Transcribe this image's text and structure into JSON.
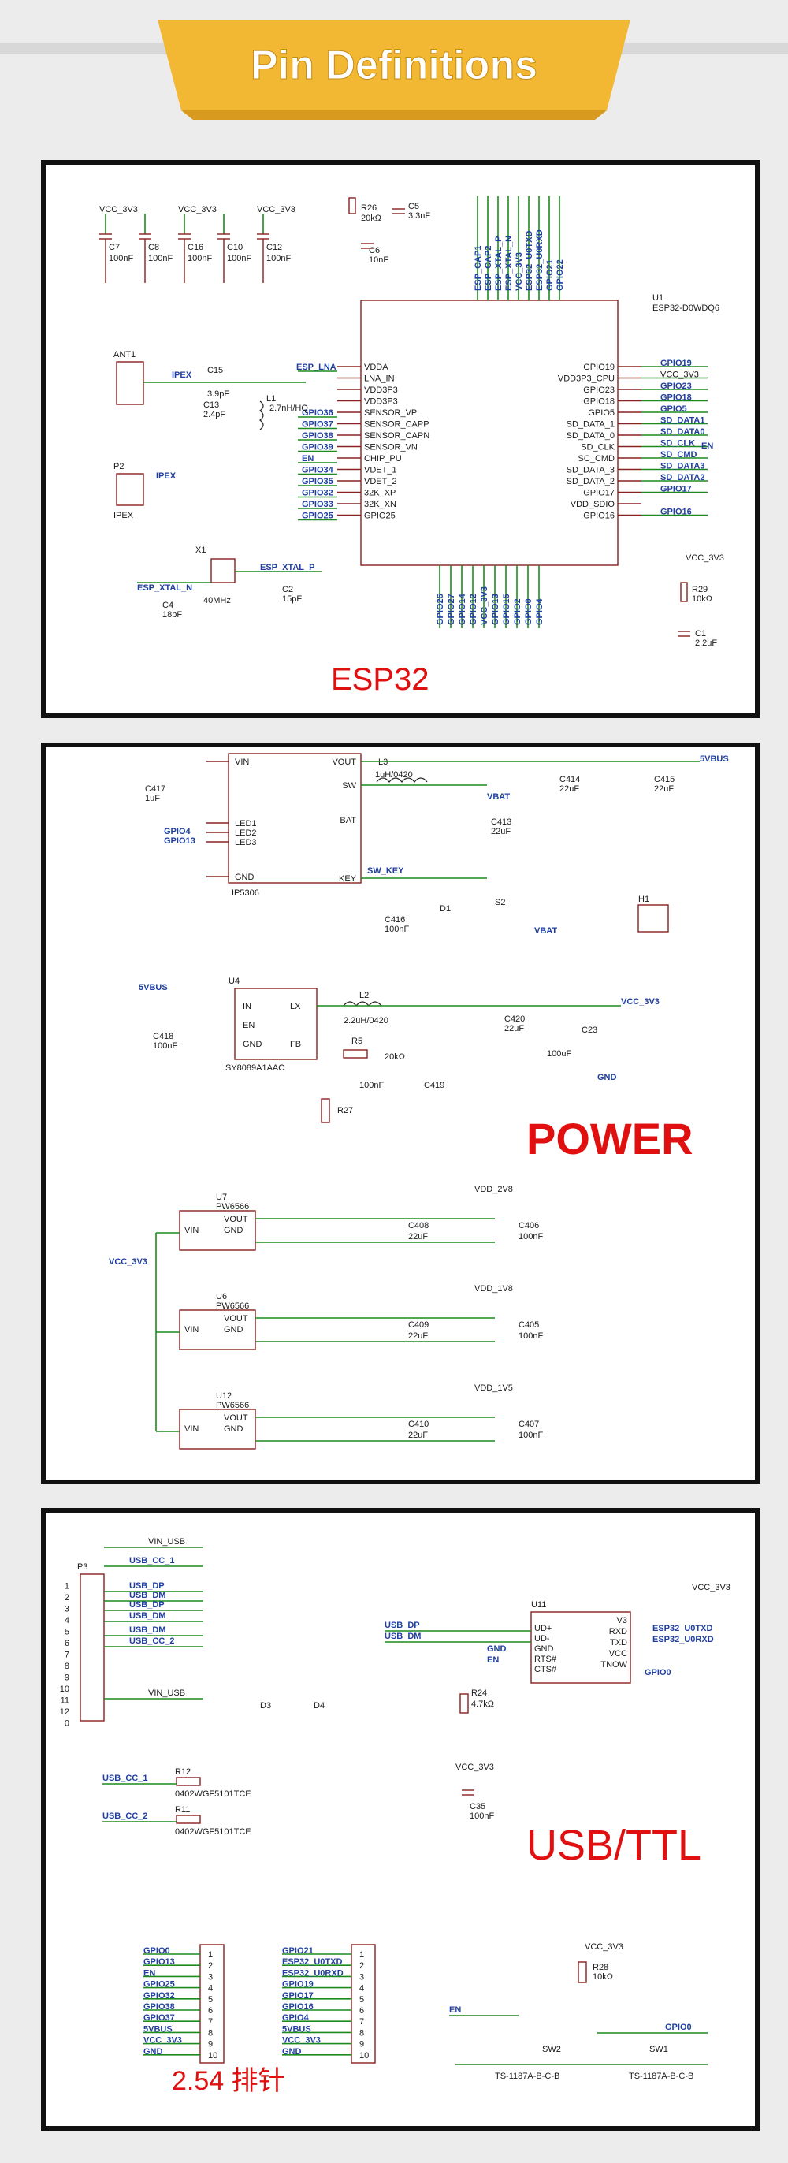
{
  "title": "Pin Definitions",
  "colors": {
    "banner": "#f2b733",
    "section": "#e01010",
    "wire": "#1c8a1c",
    "netlabel": "#1f3fa0"
  },
  "esp32": {
    "section": "ESP32",
    "chip_ref": "U1",
    "chip_part": "ESP32-D0WDQ6",
    "left_pins": [
      "VDDA",
      "LNA_IN",
      "VDD3P3",
      "VDD3P3",
      "SENSOR_VP",
      "SENSOR_CAPP",
      "SENSOR_CAPN",
      "SENSOR_VN",
      "CHIP_PU",
      "VDET_1",
      "VDET_2",
      "32K_XP",
      "32K_XN",
      "GPIO25"
    ],
    "right_pins": [
      "GPIO19",
      "VDD3P3_CPU",
      "GPIO23",
      "GPIO18",
      "GPIO5",
      "SD_DATA_1",
      "SD_DATA_0",
      "SD_CLK",
      "SC_CMD",
      "SD_DATA_3",
      "SD_DATA_2",
      "GPIO17",
      "VDD_SDIO",
      "GPIO16"
    ],
    "right_nets": [
      "GPIO19",
      "VCC_3V3",
      "GPIO23",
      "GPIO18",
      "GPIO5",
      "SD_DATA1",
      "SD_DATA0",
      "SD_CLK",
      "SD_CMD",
      "SD_DATA3",
      "SD_DATA2",
      "GPIO17",
      "",
      "GPIO16"
    ],
    "left_nets": [
      "ESP_LNA",
      "GPIO36",
      "GPIO37",
      "GPIO38",
      "GPIO39",
      "EN",
      "GPIO34",
      "GPIO35",
      "GPIO32",
      "GPIO33",
      "GPIO25"
    ],
    "top_nets": [
      "ESP_CAP1",
      "ESP_CAP2",
      "ESP_XTAL_P",
      "ESP_XTAL_N",
      "VCC_3V3",
      "ESP32_U0TXD",
      "ESP32_U0RXD",
      "GPIO21",
      "GPIO22"
    ],
    "bottom_nets": [
      "GPIO26",
      "GPIO27",
      "GPIO14",
      "GPIO12",
      "VCC_3V3",
      "GPIO13",
      "GPIO15",
      "GPIO2",
      "GPIO0",
      "GPIO4"
    ],
    "caps": [
      "C7",
      "C8",
      "C16",
      "C10",
      "C12"
    ],
    "cap_val": "100nF",
    "vcc": "VCC_3V3",
    "r26": "R26",
    "r26_val": "20kΩ",
    "c5": "C5",
    "c5_val": "3.3nF",
    "c6": "C6",
    "c6_val": "10nF",
    "ant": "ANT1",
    "ipex": "IPEX",
    "p2": "P2",
    "c15": "C15",
    "c15_val": "3.9pF",
    "c13": "C13",
    "c13_val": "2.4pF",
    "l1": "L1",
    "l1_val": "2.7nH/HQ",
    "x1": "X1",
    "x1_val": "40MHz",
    "esp_xtal_n": "ESP_XTAL_N",
    "esp_xtal_p": "ESP_XTAL_P",
    "c4": "C4",
    "c4_val": "18pF",
    "c2": "C2",
    "c2_val": "15pF",
    "r29": "R29",
    "r29_val": "10kΩ",
    "c1": "C1",
    "c1_val": "2.2uF",
    "en": "EN"
  },
  "power": {
    "section": "POWER",
    "ip5306": {
      "ref": "IP5306",
      "pins_left": [
        "VIN",
        "LED1",
        "LED2",
        "LED3",
        "GND"
      ],
      "pins_right": [
        "VOUT",
        "SW",
        "BAT",
        "KEY"
      ],
      "nets": [
        "GPIO4",
        "GPIO13"
      ]
    },
    "c417": "C417",
    "c417_val": "1uF",
    "l3": "L3",
    "l3_val": "1uH/0420",
    "vbat": "VBAT",
    "c413": "C413",
    "c413_val": "22uF",
    "c414": "C414",
    "c414_val": "22uF",
    "c415": "C415",
    "c415_val": "22uF",
    "vbus": "5VBUS",
    "sw_key": "SW_KEY",
    "c416": "C416",
    "c416_val": "100nF",
    "d1": "D1",
    "s2": "S2",
    "h1": "H1",
    "u4": {
      "ref": "U4",
      "part": "SY8089A1AAC",
      "pins": [
        "IN",
        "EN",
        "GND",
        "LX",
        "FB"
      ]
    },
    "c418": "C418",
    "c418_val": "100nF",
    "l2": "L2",
    "l2_val": "2.2uH/0420",
    "vcc": "VCC_3V3",
    "r5": "R5",
    "r5_val": "20kΩ",
    "r27": "R27",
    "c419": "C419",
    "c419_val": "100nF",
    "c420": "C420",
    "c420_val": "22uF",
    "c23": "C23",
    "c23_val": "100uF",
    "gnd": "GND",
    "ldos": [
      {
        "ref": "U7",
        "part": "PW6566",
        "rail": "VDD_2V8",
        "c1": "C408",
        "c1v": "22uF",
        "c2": "C406",
        "c2v": "100nF"
      },
      {
        "ref": "U6",
        "part": "PW6566",
        "rail": "VDD_1V8",
        "c1": "C409",
        "c1v": "22uF",
        "c2": "C405",
        "c2v": "100nF"
      },
      {
        "ref": "U12",
        "part": "PW6566",
        "rail": "VDD_1V5",
        "c1": "C410",
        "c1v": "22uF",
        "c2": "C407",
        "c2v": "100nF"
      }
    ],
    "ldo_pins": [
      "VIN",
      "VOUT",
      "GND"
    ]
  },
  "usb": {
    "section": "USB/TTL",
    "p3": "P3",
    "p3_nets": [
      "VIN_USB",
      "USB_CC_1",
      "USB_DP",
      "USB_DM",
      "USB_DP",
      "USB_DM",
      "USB_DM",
      "USB_CC_2",
      "VIN_USB"
    ],
    "d3": "D3",
    "d4": "D4",
    "r12": "R12",
    "r11": "R11",
    "r_val": "0402WGF5101TCE",
    "cc1": "USB_CC_1",
    "cc2": "USB_CC_2",
    "c35": "C35",
    "c35_val": "100nF",
    "vcc": "VCC_3V3",
    "u11": {
      "ref": "U11",
      "left": [
        "UD+",
        "UD-",
        "GND",
        "RTS#",
        "CTS#"
      ],
      "right": [
        "V3",
        "RXD",
        "TXD",
        "VCC",
        "TNOW"
      ]
    },
    "u11_nets_left": [
      "USB_DP",
      "USB_DM",
      "GND",
      "EN"
    ],
    "u11_nets_right": [
      "ESP32_U0TXD",
      "ESP32_U0RXD",
      "GPIO0"
    ],
    "r24": "R24",
    "r24_val": "4.7kΩ",
    "header_label": "2.54 排针",
    "header_left": [
      "GPIO0",
      "GPIO13",
      "EN",
      "GPIO25",
      "GPIO32",
      "GPIO38",
      "GPIO37",
      "5VBUS",
      "VCC_3V3",
      "GND"
    ],
    "header_right": [
      "GPIO21",
      "ESP32_U0TXD",
      "ESP32_U0RXD",
      "GPIO19",
      "GPIO17",
      "GPIO16",
      "GPIO4",
      "5VBUS",
      "VCC_3V3",
      "GND"
    ],
    "r28": "R28",
    "r28_val": "10kΩ",
    "sw2": "SW2",
    "sw1": "SW1",
    "sw_part": "TS-1187A-B-C-B",
    "en": "EN",
    "gpio0": "GPIO0"
  }
}
